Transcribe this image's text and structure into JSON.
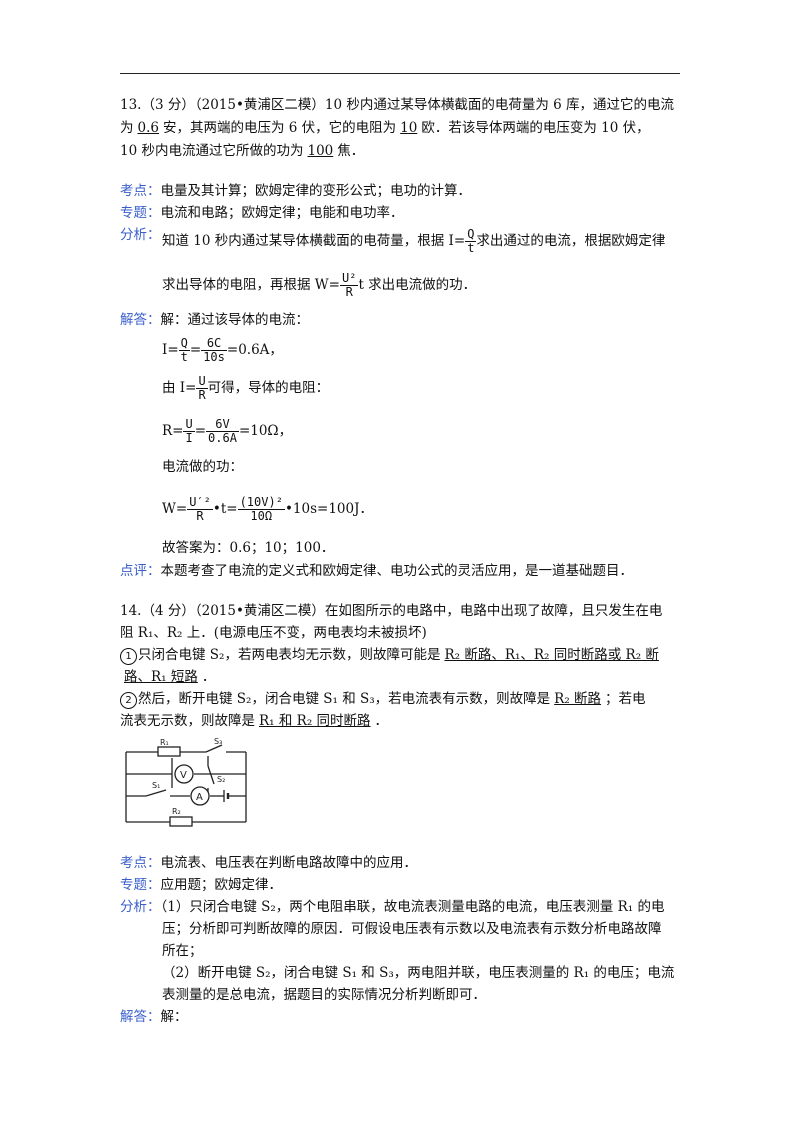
{
  "q13": {
    "l1": "13.（3 分）（2015•黄浦区二模）10 秒内通过某导体横截面的电荷量为 6 库，通过它的电流",
    "l2a": "为",
    "l2b": "0.6",
    "l2c": "安，其两端的电压为 6 伏，它的电阻为",
    "l2d": "10",
    "l2e": "欧．若该导体两端的电压变为 10 伏，",
    "l3a": "10 秒内电流通过它所做的功为",
    "l3b": "100",
    "l3c": "焦．",
    "kaodian_label": "考点：",
    "kaodian": "电量及其计算；欧姆定律的变形公式；电功的计算．",
    "zhuanti_label": "专题：",
    "zhuanti": "电流和电路；欧姆定律；电能和电功率．",
    "fenxi_label": "分析：",
    "fx1a": "知道 10 秒内通过某导体横截面的电荷量，根据 I=",
    "fx1n": "Q",
    "fx1d": "t",
    "fx1b": "求出通过的电流，根据欧姆定律",
    "fx2a": "求出导体的电阻，再根据 W=",
    "fx2n": "U²",
    "fx2d": "R",
    "fx2b": "t 求出电流做的功．",
    "jieda_label": "解答：",
    "jd0": "解：通过该导体的电流：",
    "e1a": "I=",
    "e1n1": "Q",
    "e1d1": "t",
    "e1eq": "=",
    "e1n2": "6C",
    "e1d2": "10s",
    "e1b": "=0.6A，",
    "e2a": "由 I=",
    "e2n": "U",
    "e2d": "R",
    "e2b": "可得，导体的电阻：",
    "e3a": "R=",
    "e3n1": "U",
    "e3d1": "I",
    "e3eq": "=",
    "e3n2": "6V",
    "e3d2": "0.6A",
    "e3b": "=10Ω，",
    "e4": "电流做的功：",
    "e5a": "W=",
    "e5n1": "U′²",
    "e5d1": "R",
    "e5m": "•t=",
    "e5n2": "(10V)²",
    "e5d2": "10Ω",
    "e5b": "•10s=100J．",
    "ans": "故答案为：0.6；10；100．",
    "dianping_label": "点评：",
    "dianping": "本题考查了电流的定义式和欧姆定律、电功公式的灵活应用，是一道基础题目．"
  },
  "q14": {
    "l1": "14.（4 分）（2015•黄浦区二模）在如图所示的电路中，电路中出现了故障，且只发生在电",
    "l2": "阻 R₁、R₂ 上．(电源电压不变，两电表均未被损坏)",
    "c1": "1",
    "l3a": "只闭合电键 S₂，若两电表均无示数，则故障可能是",
    "l3b": "R₂ 断路、R₁、R₂ 同时断路或 R₂ 断",
    "l4a": "路、R₁ 短路",
    "l4b": "．",
    "c2": "2",
    "l5a": "然后，断开电键 S₂，闭合电键 S₁ 和 S₃，若电流表有示数，则故障是",
    "l5b": "R₂ 断路",
    "l5c": "；若电",
    "l6a": "流表无示数，则故障是",
    "l6b": "R₁ 和 R₂ 同时断路",
    "l6c": "．",
    "circuit": {
      "r1": "R₁",
      "r2": "R₂",
      "s1": "S₁",
      "s2": "S₂",
      "s3": "S₃",
      "v": "V",
      "a": "A"
    },
    "kaodian_label": "考点：",
    "kaodian": "电流表、电压表在判断电路故障中的应用．",
    "zhuanti_label": "专题：",
    "zhuanti": "应用题；欧姆定律．",
    "fenxi_label": "分析：",
    "fx1": "（1）只闭合电键 S₂，两个电阻串联，故电流表测量电路的电流，电压表测量 R₁ 的电",
    "fx2": "压；分析即可判断故障的原因．可假设电压表有示数以及电流表有示数分析电路故障",
    "fx3": "所在；",
    "fx4": "（2）断开电键 S₂，闭合电键 S₁ 和 S₃，两电阻并联，电压表测量的 R₁ 的电压；电流",
    "fx5": "表测量的是总电流，据题目的实际情况分析判断即可．",
    "jieda_label": "解答：",
    "jd0": "解："
  }
}
